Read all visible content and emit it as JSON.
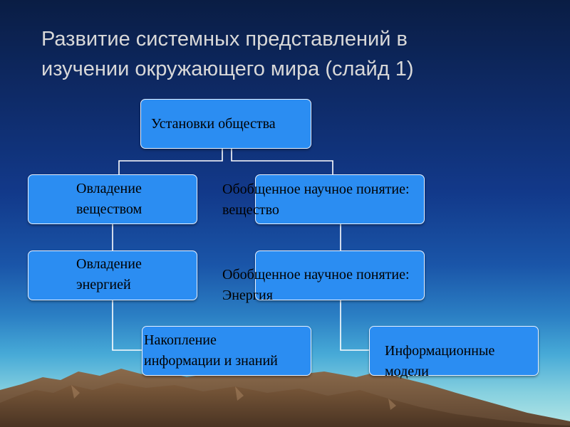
{
  "slide": {
    "title_lines": [
      "Развитие системных представлений в",
      "изучении окружающего мира (слайд 1)"
    ],
    "colors": {
      "box_fill": "#2b8df2",
      "box_border": "#e8f1ff",
      "connector": "#ffffff",
      "title_text": "#d8d8d8",
      "mountain": "#7a5a3c"
    }
  },
  "diagram": {
    "root": {
      "lines": [
        "Установки общества"
      ]
    },
    "left_column": [
      {
        "lines": [
          "Овладение",
          "веществом"
        ]
      },
      {
        "lines": [
          "Овладение",
          "энергией"
        ]
      },
      {
        "lines": [
          "Накопление",
          "информации и знаний"
        ]
      }
    ],
    "right_column": [
      {
        "lines": [
          "Обобщенное научное понятие:",
          "вещество"
        ]
      },
      {
        "lines": [
          "Обобщенное научное понятие:",
          "Энергия"
        ]
      },
      {
        "lines": [
          "Информационные",
          "модели"
        ]
      }
    ]
  }
}
